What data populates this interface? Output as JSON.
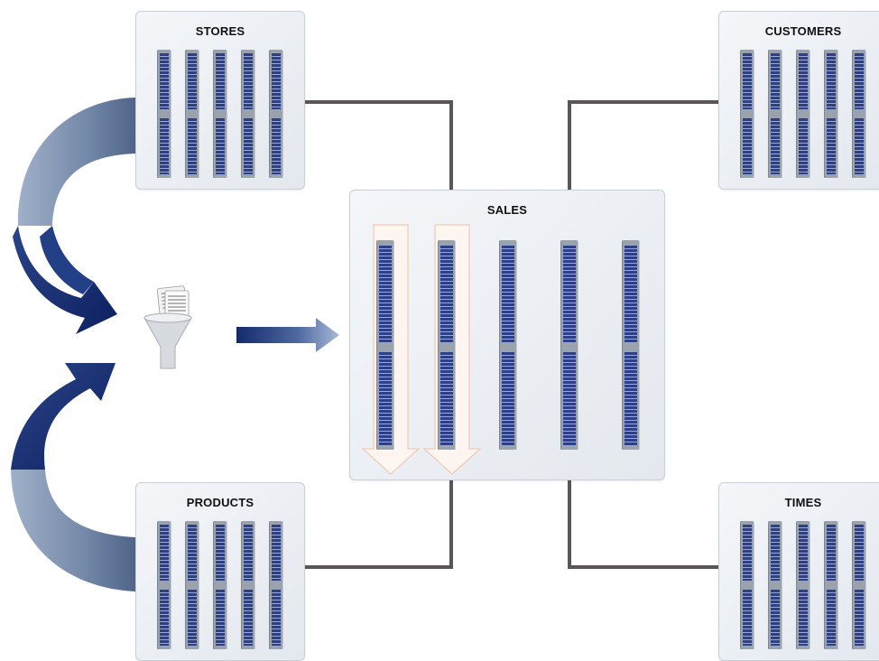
{
  "tables": {
    "stores": "STORES",
    "customers": "CUSTOMERS",
    "sales": "SALES",
    "products": "PRODUCTS",
    "times": "TIMES"
  },
  "icons": {
    "filter": "funnel-filter-icon",
    "forward": "right-arrow-icon",
    "merge_top": "curved-arrow-icon",
    "merge_bottom": "curved-arrow-icon",
    "partition_down": "down-arrow-icon"
  },
  "colors": {
    "accent_dark": "#142b6e",
    "accent_light": "#a9b8cf",
    "connector": "#5c5558",
    "column_blue": "#2d3f86"
  }
}
